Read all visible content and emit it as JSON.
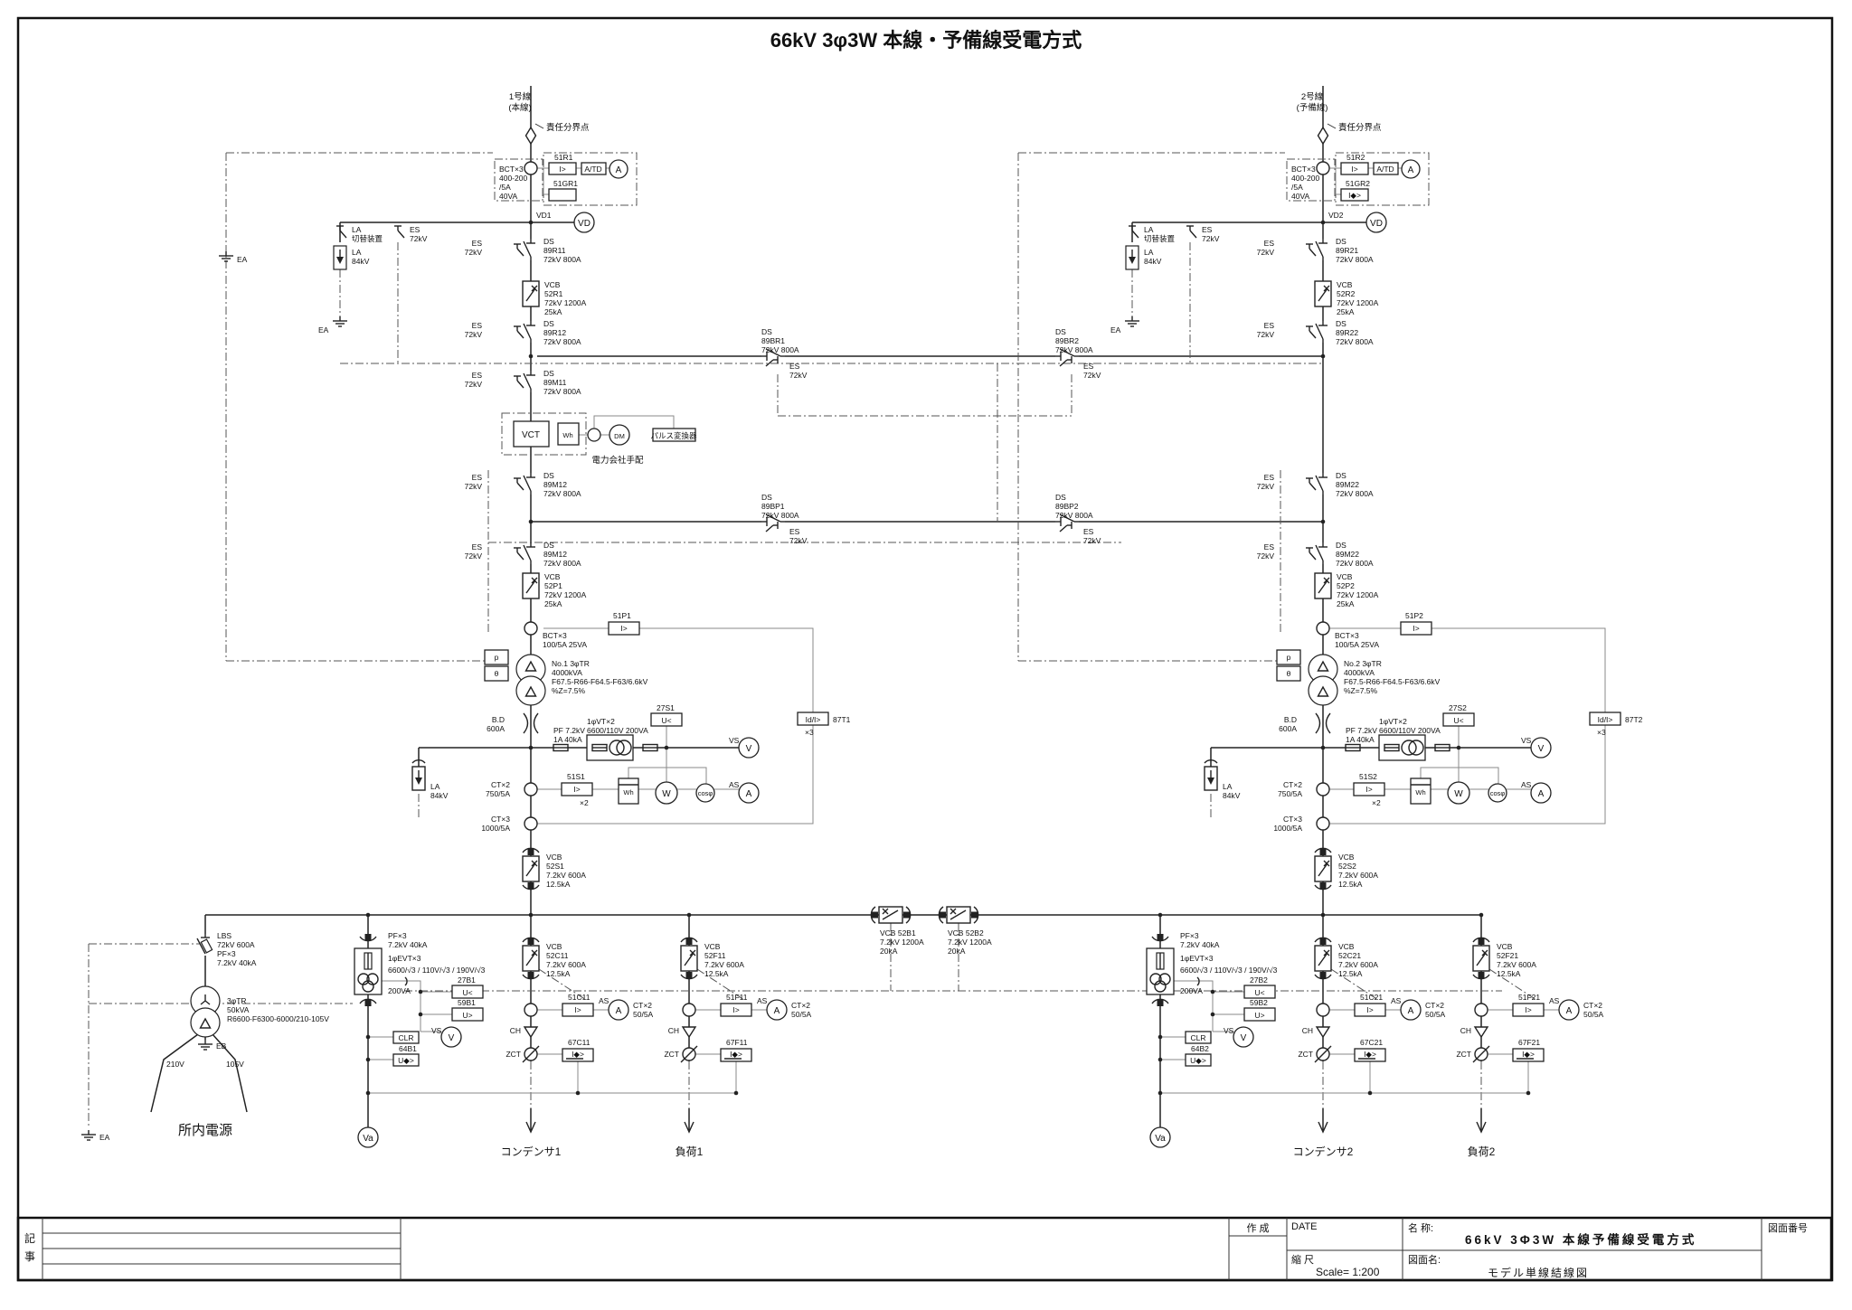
{
  "title": "66kV 3φ3W 本線・予備線受電方式",
  "c1": {
    "line_name": "1号線\n(本線)",
    "boundary": "責任分界点",
    "bct": "BCT×3\n400-200\n/5A\n40VA",
    "r51_tag": "51R1",
    "r51": "I>",
    "atd": "A/TD",
    "am": "A",
    "gr_tag": "51GR1",
    "gr": "",
    "vd_tag": "VD1",
    "vd": "VD",
    "la_sw": "LA\n切替装置",
    "la": "LA\n84kV",
    "es_top": "ES\n72kV",
    "ea": "EA",
    "ea2": "EA",
    "es1": "ES\n72kV",
    "ds1": "DS\n89R11\n72kV 800A",
    "vcb1": "VCB\n52R1\n72kV 1200A\n25kA",
    "es2": "ES\n72kV",
    "ds2": "DS\n89R12\n72kV 800A",
    "es3": "ES\n72kV",
    "ds3": "DS\n89M11\n72kV 800A",
    "vct": "VCT",
    "wh": "Wh",
    "dm": "DM",
    "pulse": "パルス変換器",
    "power_co": "電力会社手配",
    "es4": "ES\n72kV",
    "ds4": "DS\n89M12\n72kV 800A",
    "es5": "ES\n72kV",
    "ds5": "DS\n89M12\n72kV 800A",
    "vcb2": "VCB\n52P1\n72kV 1200A\n25kA",
    "bct2": "BCT×3\n100/5A  25VA",
    "r51p_tag": "51P1",
    "r51p": "I>",
    "p": "p",
    "theta": "θ",
    "tr": "No.1 3φTR\n4000kVA\nF67.5-R66-F64.5-F63/6.6kV\n%Z=7.5%",
    "bd": "B.D\n600A",
    "pf": "PF 7.2kV\n1A 40kA",
    "vt": "1φVT×2\n6600/110V 200VA",
    "r27_tag": "27S1",
    "r27": "U<",
    "vs": "VS",
    "v": "V",
    "r87": "Id/I>",
    "r87_tag": "87T1",
    "r87_mult": "×3",
    "la2": "LA\n84kV",
    "ct750": "CT×2\n750/5A",
    "r51s_tag": "51S1",
    "r51s": "I>",
    "r51s_mult": "×2",
    "wh2": "Wh",
    "w": "W",
    "cos": "cosφ",
    "as": "AS",
    "a2": "A",
    "ct1000": "CT×3\n1000/5A",
    "vcb3": "VCB\n52S1\n7.2kV 600A\n12.5kA"
  },
  "c2": {
    "line_name": "2号線\n(予備線)",
    "boundary": "責任分界点",
    "bct": "BCT×3\n400-200\n/5A\n40VA",
    "r51_tag": "51R2",
    "r51": "I>",
    "atd": "A/TD",
    "am": "A",
    "gr_tag": "51GR2",
    "gr": "I◆>",
    "vd_tag": "VD2",
    "vd": "VD",
    "la_sw": "LA\n切替装置",
    "la": "LA\n84kV",
    "es_top": "ES\n72kV",
    "ea": "EA",
    "es1": "ES\n72kV",
    "ds1": "DS\n89R21\n72kV 800A",
    "vcb1": "VCB\n52R2\n72kV 1200A\n25kA",
    "es2": "ES\n72kV",
    "ds2": "DS\n89R22\n72kV 800A",
    "es4": "ES\n72kV",
    "ds4": "DS\n89M22\n72kV 800A",
    "es5": "ES\n72kV",
    "ds5": "DS\n89M22\n72kV 800A",
    "vcb2": "VCB\n52P2\n72kV 1200A\n25kA",
    "bct2": "BCT×3\n100/5A  25VA",
    "r51p_tag": "51P2",
    "r51p": "I>",
    "p": "p",
    "theta": "θ",
    "tr": "No.2 3φTR\n4000kVA\nF67.5-R66-F64.5-F63/6.6kV\n%Z=7.5%",
    "bd": "B.D\n600A",
    "pf": "PF 7.2kV\n1A 40kA",
    "vt": "1φVT×2\n6600/110V 200VA",
    "r27_tag": "27S2",
    "r27": "U<",
    "vs": "VS",
    "v": "V",
    "r87": "Id/I>",
    "r87_tag": "87T2",
    "r87_mult": "×3",
    "la2": "LA\n84kV",
    "ct750": "CT×2\n750/5A",
    "r51s_tag": "51S2",
    "r51s": "I>",
    "r51s_mult": "×2",
    "wh2": "Wh",
    "w": "W",
    "cos": "cosφ",
    "as": "AS",
    "a2": "A",
    "ct1000": "CT×3\n1000/5A",
    "vcb3": "VCB\n52S2\n7.2kV 600A\n12.5kA"
  },
  "mid": {
    "dsbr1": "DS\n89BR1\n72kV 800A",
    "esbr1": "ES\n72kV",
    "dsbr2": "DS\n89BR2\n72kV 800A",
    "esbr2": "ES\n72kV",
    "dsbp1": "DS\n89BP1\n72kV 800A",
    "esbp1": "ES\n72kV",
    "dsbp2": "DS\n89BP2\n72kV 800A",
    "esbp2": "ES\n72kV",
    "vcb_b1": "VCB  52B1\n7.2kV 1200A\n20kA",
    "vcb_b2": "VCB  52B2\n7.2kV 1200A\n20kA"
  },
  "station": {
    "lbs": "LBS\n72kV 600A\nPF×3\n7.2kV 40kA",
    "tr": "3φTR\n50kVA\nR6600-F6300-6000/210-105V",
    "eb": "EB",
    "v210": "210V",
    "v105": "105V",
    "name": "所内電源",
    "ea": "EA"
  },
  "aux1": {
    "pf": "PF×3\n7.2kV 40kA",
    "evt": "1φEVT×3",
    "evt2": "6600/√3  / 110V/√3 / 190V/√3",
    "va_rating": "200VA",
    "r27_tag": "27B1",
    "r27": "U<",
    "r59_tag": "59B1",
    "r59": "U>",
    "clr": "CLR",
    "r64_tag": "64B1",
    "r64": "U◆>",
    "vs": "VS",
    "v": "V",
    "va": "Va"
  },
  "aux2": {
    "pf": "PF×3\n7.2kV 40kA",
    "evt": "1φEVT×3",
    "evt2": "6600/√3  / 110V/√3 / 190V/√3",
    "va_rating": "200VA",
    "r27_tag": "27B2",
    "r27": "U<",
    "r59_tag": "59B2",
    "r59": "U>",
    "clr": "CLR",
    "r64_tag": "64B2",
    "r64": "U◆>",
    "vs": "VS",
    "v": "V",
    "va": "Va"
  },
  "f1c": {
    "vcb": "VCB\n52C11\n7.2kV 600A\n12.5kA",
    "r51_tag": "51C11",
    "r51": "I>",
    "as": "AS",
    "a": "A",
    "ct": "CT×2\n50/5A",
    "ch": "CH",
    "zct": "ZCT",
    "r67_tag": "67C11",
    "r67": "I◆>",
    "name": "コンデンサ1"
  },
  "f1l": {
    "vcb": "VCB\n52F11\n7.2kV 600A\n12.5kA",
    "r51_tag": "51F11",
    "r51": "I>",
    "as": "AS",
    "a": "A",
    "ct": "CT×2\n50/5A",
    "ch": "CH",
    "zct": "ZCT",
    "r67_tag": "67F11",
    "r67": "I◆>",
    "name": "負荷1"
  },
  "f2c": {
    "vcb": "VCB\n52C21\n7.2kV 600A\n12.5kA",
    "r51_tag": "51C21",
    "r51": "I>",
    "as": "AS",
    "a": "A",
    "ct": "CT×2\n50/5A",
    "ch": "CH",
    "zct": "ZCT",
    "r67_tag": "67C21",
    "r67": "I◆>",
    "name": "コンデンサ2"
  },
  "f2l": {
    "vcb": "VCB\n52F21\n7.2kV 600A\n12.5kA",
    "r51_tag": "51F21",
    "r51": "I>",
    "as": "AS",
    "a": "A",
    "ct": "CT×2\n50/5A",
    "ch": "CH",
    "zct": "ZCT",
    "r67_tag": "67F21",
    "r67": "I◆>",
    "name": "負荷2"
  },
  "tb": {
    "kiji": "記\n事",
    "sakusei": "作 成",
    "date": "DATE",
    "meisho": "名 称:",
    "name_value": "66kV 3Φ3W 本線予備線受電方式",
    "shukushaku": "縮 尺",
    "scale": "Scale= 1:200",
    "zumenmei": "図面名:",
    "zumen_value": "モデル単線結線図",
    "bango": "図面番号"
  }
}
